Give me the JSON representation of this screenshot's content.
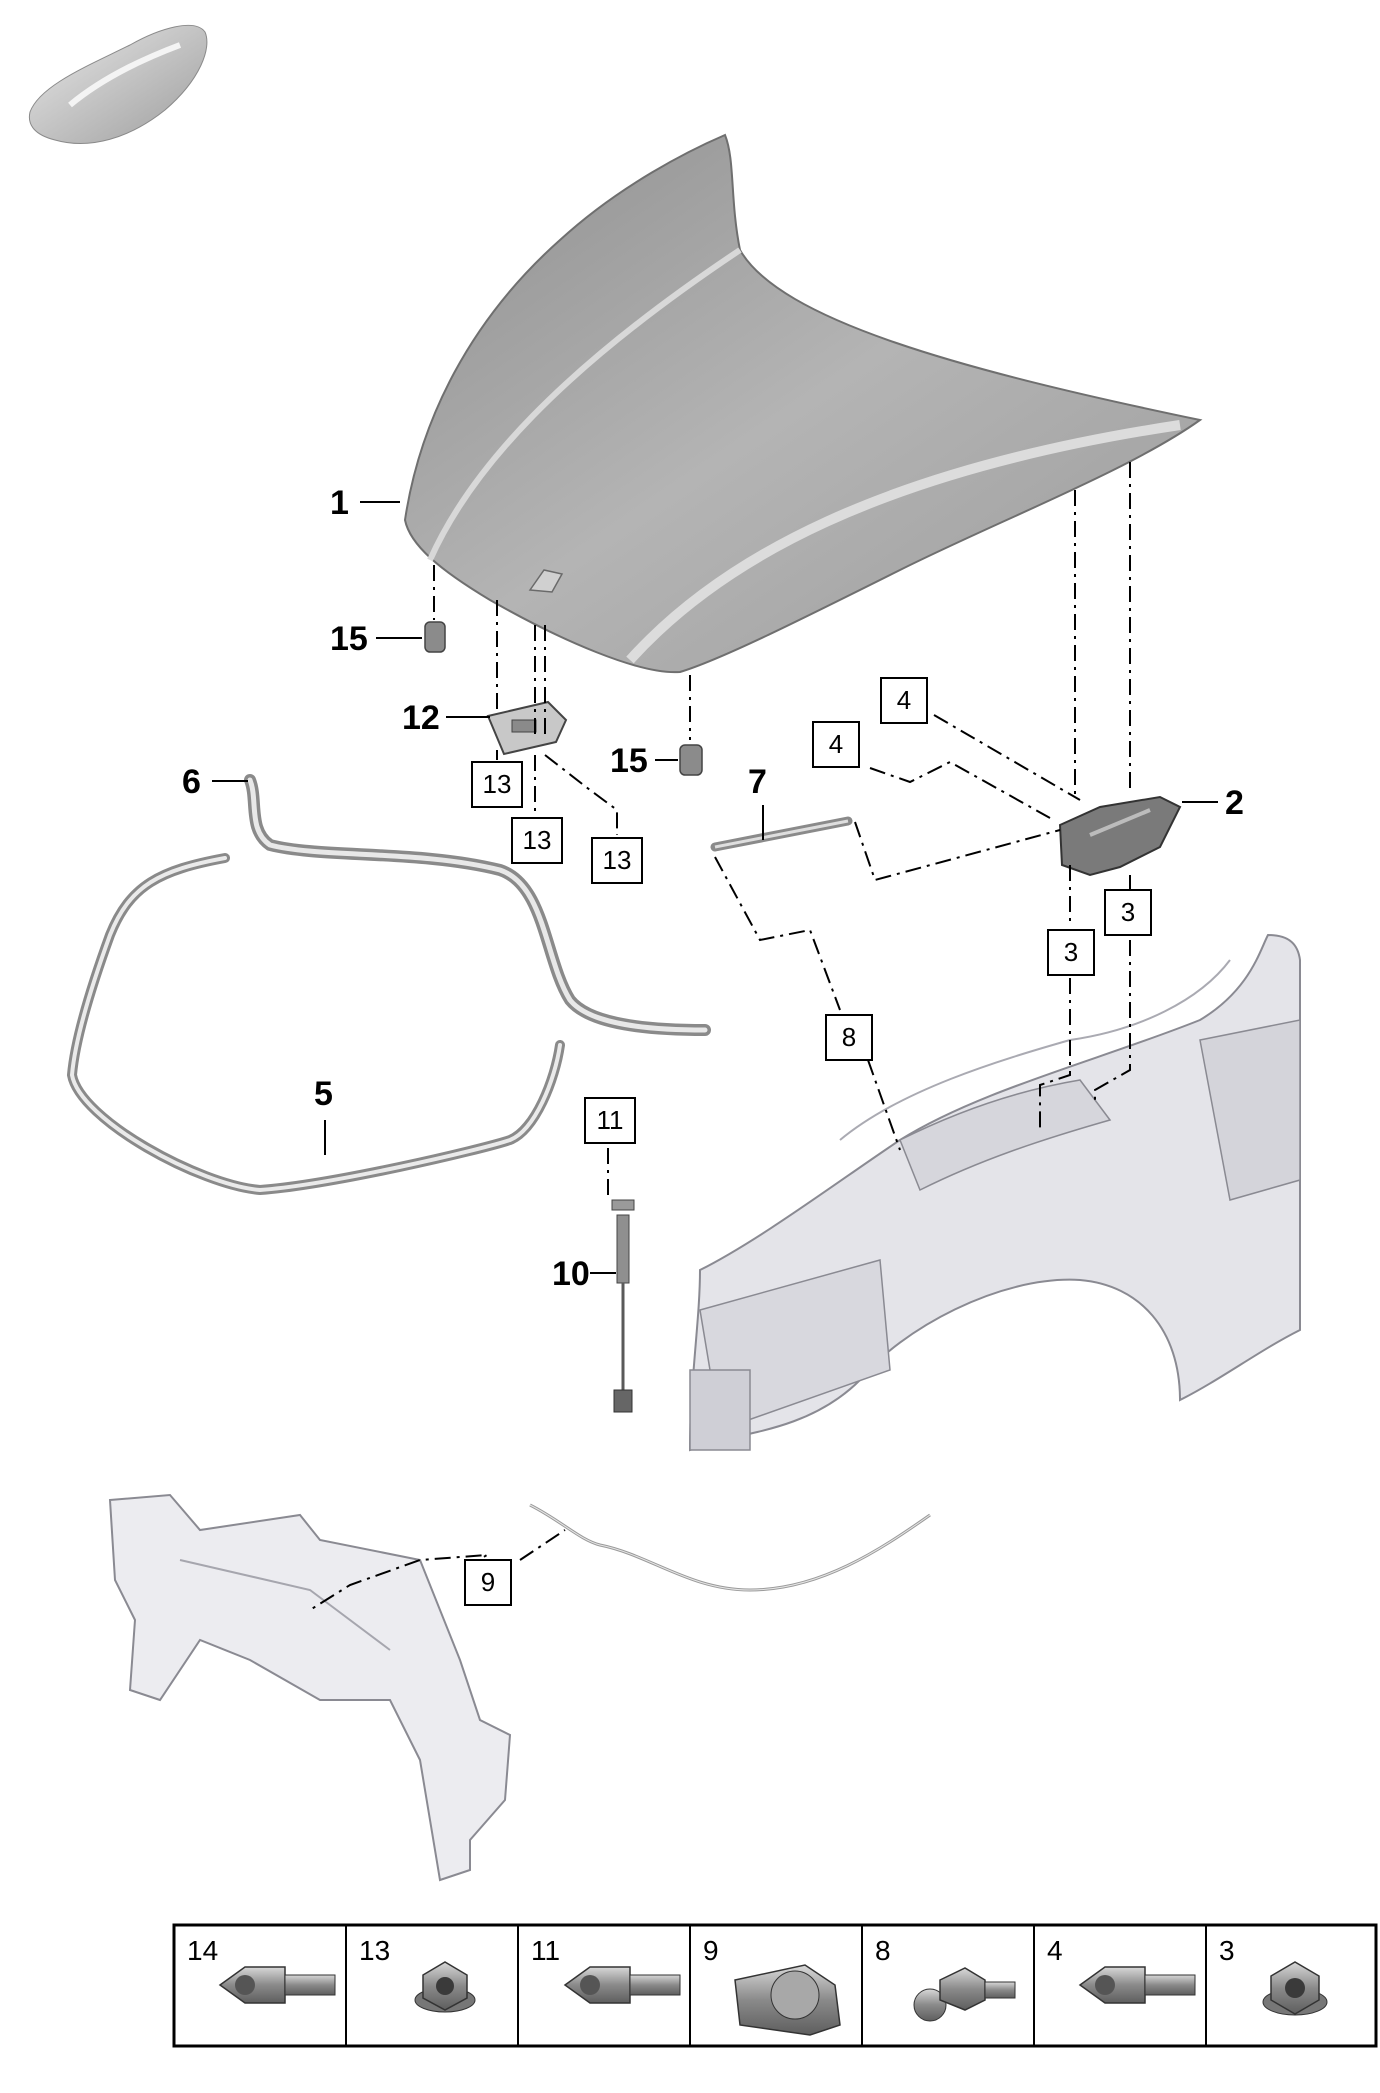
{
  "callouts": {
    "c1": "1",
    "c2": "2",
    "c5": "5",
    "c6": "6",
    "c7": "7",
    "c10": "10",
    "c12": "12",
    "c15a": "15",
    "c15b": "15"
  },
  "boxed_refs": {
    "b4a": "4",
    "b4b": "4",
    "b3a": "3",
    "b3b": "3",
    "b13a": "13",
    "b13b": "13",
    "b13c": "13",
    "b8": "8",
    "b11": "11",
    "b9": "9"
  },
  "fastener_table": [
    {
      "label": "14",
      "icon": "bolt-icon"
    },
    {
      "label": "13",
      "icon": "flange-nut-icon"
    },
    {
      "label": "11",
      "icon": "bolt-icon"
    },
    {
      "label": "9",
      "icon": "clip-icon"
    },
    {
      "label": "8",
      "icon": "ball-stud-icon"
    },
    {
      "label": "4",
      "icon": "bolt-icon"
    },
    {
      "label": "3",
      "icon": "flange-nut-icon"
    }
  ],
  "colors": {
    "hood": "#a9a9a9",
    "body_shell": "#e6e6ea",
    "parts": "#9a9a9a",
    "lines": "#000000"
  }
}
